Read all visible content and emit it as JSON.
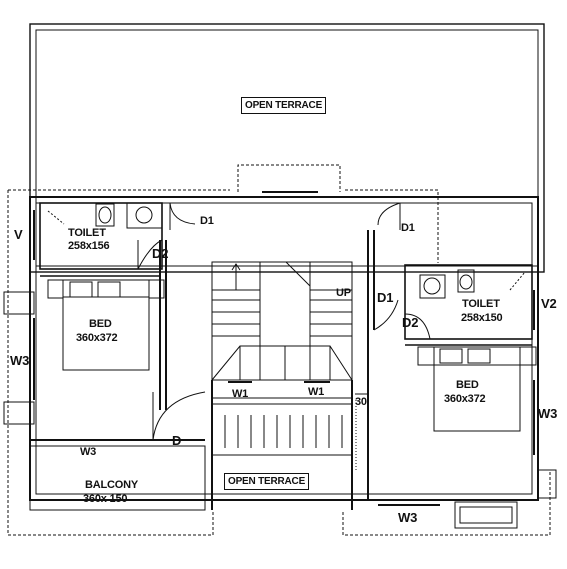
{
  "labels": {
    "open_terrace_top": "OPEN TERRACE",
    "open_terrace_bottom": "OPEN TERRACE",
    "toilet_left": "TOILET",
    "toilet_left_size": "258x156",
    "toilet_right": "TOILET",
    "toilet_right_size": "258x150",
    "bed_left": "BED",
    "bed_left_size": "360x372",
    "bed_right": "BED",
    "bed_right_size": "360x372",
    "balcony": "BALCONY",
    "balcony_size": "360x 150",
    "up": "UP",
    "v": "V",
    "v2": "V2",
    "d_main": "D",
    "d1_a": "D1",
    "d1_b": "D1",
    "d1_c": "D1",
    "d2_left": "D2",
    "d2_right": "D2",
    "w1_a": "W1",
    "w1_b": "W1",
    "w3_left": "W3",
    "w3_left_bottom": "W3",
    "w3_right": "W3",
    "w3_right_bottom": "W3",
    "dim_30": "30"
  }
}
